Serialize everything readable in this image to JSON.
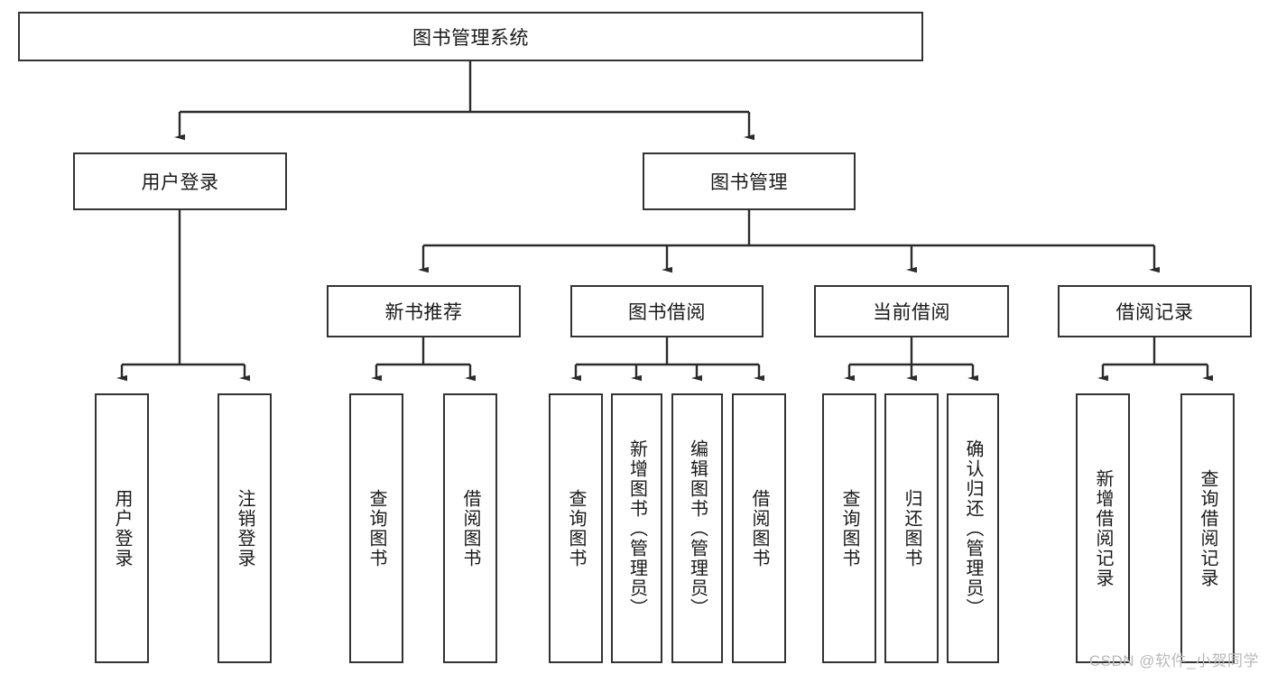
{
  "diagram": {
    "title": "图书管理系统",
    "type": "tree-hierarchy-diagram",
    "root": {
      "id": "root",
      "label": "图书管理系统",
      "orientation": "horizontal"
    },
    "level2": [
      {
        "id": "user-login",
        "label": "用户登录",
        "orientation": "horizontal"
      },
      {
        "id": "book-management",
        "label": "图书管理",
        "orientation": "horizontal"
      }
    ],
    "level3": [
      {
        "id": "new-book-recommend",
        "label": "新书推荐",
        "orientation": "horizontal",
        "parent": "book-management"
      },
      {
        "id": "book-borrow",
        "label": "图书借阅",
        "orientation": "horizontal",
        "parent": "book-management"
      },
      {
        "id": "current-borrow",
        "label": "当前借阅",
        "orientation": "horizontal",
        "parent": "book-management"
      },
      {
        "id": "borrow-record",
        "label": "借阅记录",
        "orientation": "horizontal",
        "parent": "book-management"
      }
    ],
    "leaves": [
      {
        "id": "leaf-user-login",
        "label": "用户登录",
        "parent": "user-login"
      },
      {
        "id": "leaf-user-logout",
        "label": "注销登录",
        "parent": "user-login"
      },
      {
        "id": "leaf-query-book-1",
        "label": "查询图书",
        "parent": "new-book-recommend"
      },
      {
        "id": "leaf-borrow-book-1",
        "label": "借阅图书",
        "parent": "new-book-recommend"
      },
      {
        "id": "leaf-query-book-2",
        "label": "查询图书",
        "parent": "book-borrow"
      },
      {
        "id": "leaf-add-book",
        "label": "新增图书（管理员）",
        "parent": "book-borrow"
      },
      {
        "id": "leaf-edit-book",
        "label": "编辑图书（管理员）",
        "parent": "book-borrow"
      },
      {
        "id": "leaf-borrow-book-2",
        "label": "借阅图书",
        "parent": "book-borrow"
      },
      {
        "id": "leaf-query-book-3",
        "label": "查询图书",
        "parent": "current-borrow"
      },
      {
        "id": "leaf-return-book",
        "label": "归还图书",
        "parent": "current-borrow"
      },
      {
        "id": "leaf-confirm-return",
        "label": "确认归还（管理员）",
        "parent": "current-borrow"
      },
      {
        "id": "leaf-add-record",
        "label": "新增借阅记录",
        "parent": "borrow-record"
      },
      {
        "id": "leaf-query-record",
        "label": "查询借阅记录",
        "parent": "borrow-record"
      }
    ]
  },
  "watermark": {
    "text": "CSDN @软件_小贺同学"
  },
  "colors": {
    "border": "#333333",
    "text": "#1a1a1a",
    "background": "#ffffff",
    "connector": "#2b2b2b",
    "watermark": "#b9b9b9"
  }
}
